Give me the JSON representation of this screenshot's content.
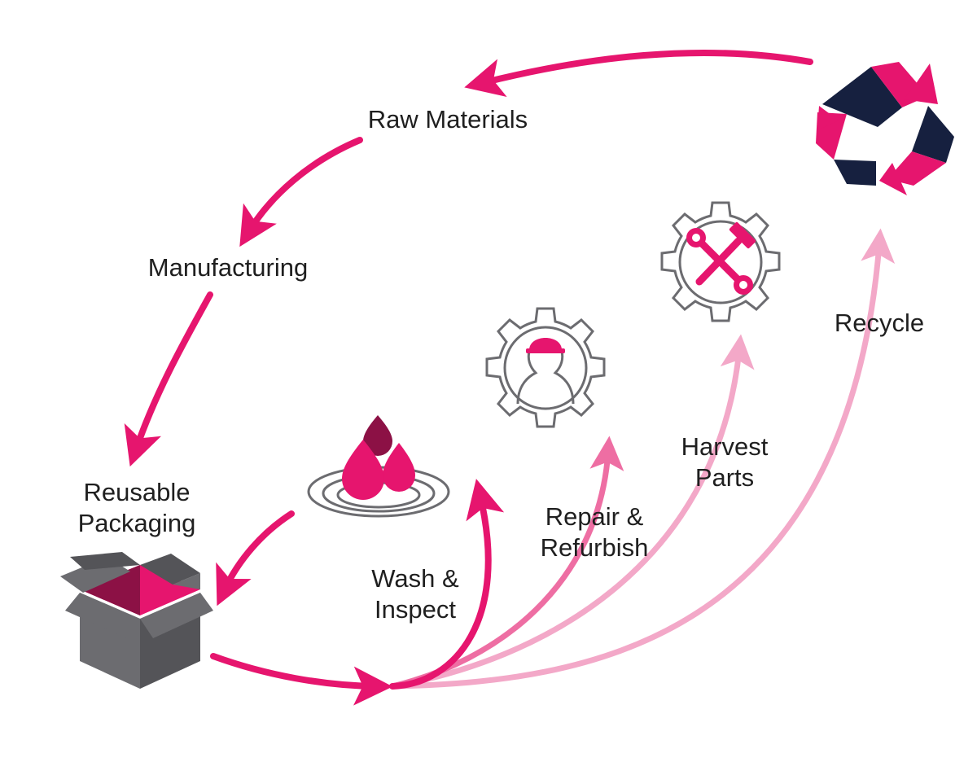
{
  "labels": {
    "raw_materials": "Raw Materials",
    "manufacturing": "Manufacturing",
    "reusable_packaging": [
      "Reusable",
      "Packaging"
    ],
    "wash_inspect": [
      "Wash &",
      "Inspect"
    ],
    "repair_refurbish": [
      "Repair &",
      "Refurbish"
    ],
    "harvest_parts": [
      "Harvest",
      "Parts"
    ],
    "recycle": "Recycle"
  },
  "colors": {
    "magenta": "#e6156e",
    "magenta_dark": "#8c1145",
    "pink_mid": "#ee6ea3",
    "pink_light": "#f3a8c8",
    "navy": "#16203f",
    "gray": "#6c6c70",
    "gray_dark": "#545458",
    "text": "#1f1f1f"
  },
  "icons": [
    "recycle-icon",
    "tools-gear-icon",
    "worker-gear-icon",
    "water-drops-icon",
    "open-box-icon"
  ]
}
